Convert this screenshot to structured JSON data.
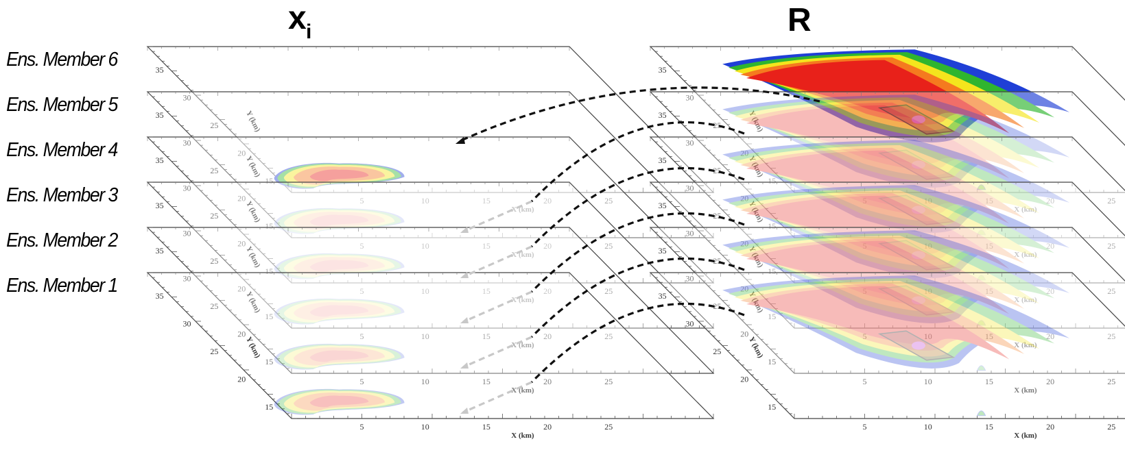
{
  "titles": {
    "left": "x",
    "left_sub": "i",
    "right": "R"
  },
  "member_labels": [
    "Ens. Member 6",
    "Ens. Member 5",
    "Ens. Member 4",
    "Ens. Member 3",
    "Ens. Member 2",
    "Ens. Member 1"
  ],
  "axes": {
    "x_label": "X (km)",
    "y_label": "Y (km)",
    "x_ticks": [
      "5",
      "10",
      "15",
      "20",
      "25"
    ],
    "y_ticks": [
      "15",
      "20",
      "25",
      "30",
      "35"
    ]
  },
  "colors": {
    "red": "#e8211a",
    "orange": "#f57a1f",
    "yellow": "#f4e51d",
    "green": "#2fb52f",
    "blue": "#1f3fd6",
    "magenta": "#c03ad0",
    "arrow": "#111111",
    "arrow_faded": "#c8c8c8"
  }
}
